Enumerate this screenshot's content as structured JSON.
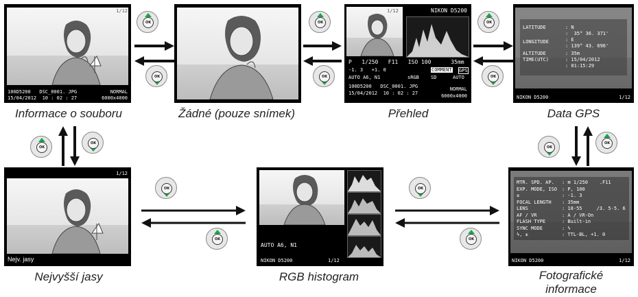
{
  "captions": {
    "file_info": "Informace o souboru",
    "none": "Žádné (pouze snímek)",
    "overview": "Přehled",
    "gps": "Data GPS",
    "highlights": "Nejvyšší jasy",
    "rgb": "RGB histogram",
    "shooting_line1": "Fotografické",
    "shooting_line2": "informace"
  },
  "file_info_panel": {
    "frame": "1/12",
    "folder_file": "100D5200   DSC_0001. JPG",
    "quality": "NORMAL",
    "datetime": "15/04/2012  10 : 02 : 27",
    "size": "6000x4000"
  },
  "overview_panel": {
    "frame": "1/12",
    "camera": "NIKON D5200",
    "shutter_line": "P   1/250   F11   ISO 100      35mm",
    "exposure_line": "-1. 3   +1. 0",
    "comment": "COMMENT",
    "gps_badge": "GPS",
    "wb_line": "AUTO A6, N1",
    "color_space": "sRGB",
    "picture_control": "SD",
    "adl": "AUTO",
    "folder_file": "100D5200   DSC_0001. JPG",
    "quality": "NORMAL",
    "datetime": "15/04/2012  10 : 02 : 27",
    "size": "6000x4000"
  },
  "gps_panel": {
    "latitude_label": "LATITUDE",
    "latitude_value": ": N",
    "latitude_coord": ":  35° 36. 371'",
    "longitude_label": "LONGITUDE",
    "longitude_value": ": E",
    "longitude_coord": ": 139° 43. 696'",
    "altitude_label": "ALTITUDE",
    "altitude_value": ": 35m",
    "time_label": "TIME(UTC)",
    "time_date": ": 15/04/2012",
    "time_clock": ": 01:15:29",
    "camera": "NIKON D5200",
    "frame": "1/12"
  },
  "highlights_panel": {
    "frame": "1/12",
    "label": "Nejv. jasy"
  },
  "rgb_panel": {
    "wb_line": "AUTO A6, N1",
    "camera": "NIKON D5200",
    "frame": "1/12"
  },
  "shooting_panel": {
    "rows": [
      [
        "MTR. SPD. AP.",
        ": ⊞ 1/250    .F11"
      ],
      [
        "EXP. MODE, ISO",
        ": P, 100"
      ],
      [
        "±",
        ": -1. 3"
      ],
      [
        "FOCAL LENGTH",
        ": 35mm"
      ],
      [
        "LENS",
        ": 18-55     /3. 5-5. 6"
      ],
      [
        "AF / VR",
        ": A / VR-On"
      ],
      [
        "FLASH TYPE",
        ": Built-in"
      ],
      [
        "SYNC MODE",
        ": ϟ"
      ],
      [
        "ϟ, ±",
        ": TTL-BL, +1. 0"
      ]
    ],
    "camera": "NIKON D5200",
    "frame": "1/12"
  },
  "dial_label": "OK"
}
